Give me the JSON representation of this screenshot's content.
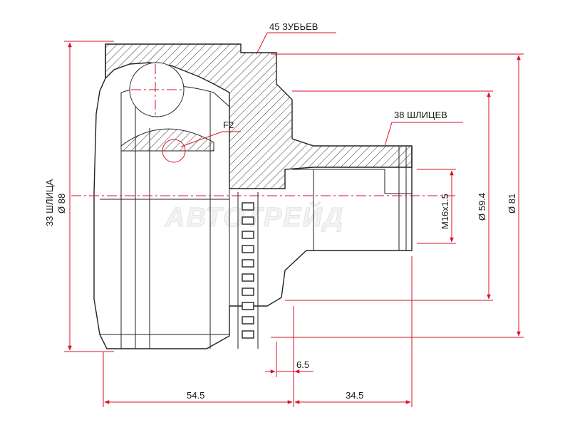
{
  "callouts": {
    "teeth": "45 ЗУБЬЕВ",
    "outer_splines": "38 ШЛИЦЕВ",
    "inner_splines": "33 ШЛИЦА",
    "detail": "F2"
  },
  "dimensions": {
    "outer_diameter": "Ø 88",
    "shaft_diameter": "Ø 59.4",
    "ring_diameter": "Ø 81",
    "thread": "M16x1.5",
    "ring_width": "6.5",
    "body_length": "54.5",
    "shaft_length": "34.5"
  },
  "watermark": "АВТОТРЕЙД",
  "colors": {
    "dimension": "#d9112a",
    "outline": "#222222"
  }
}
